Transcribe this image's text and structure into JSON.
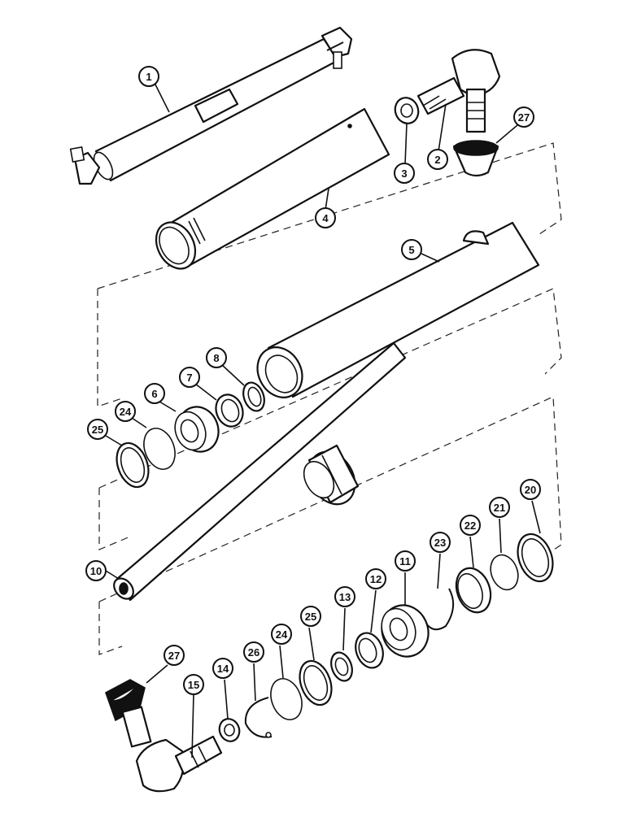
{
  "callouts": {
    "c1": "1",
    "c2": "2",
    "c3": "3",
    "c4": "4",
    "c5": "5",
    "c6": "6",
    "c7": "7",
    "c8": "8",
    "c10": "10",
    "c11": "11",
    "c12": "12",
    "c13": "13",
    "c14": "14",
    "c15": "15",
    "c20": "20",
    "c21": "21",
    "c22": "22",
    "c23": "23",
    "c24a": "24",
    "c24b": "24",
    "c25a": "25",
    "c25b": "25",
    "c26": "26",
    "c27a": "27",
    "c27b": "27"
  }
}
